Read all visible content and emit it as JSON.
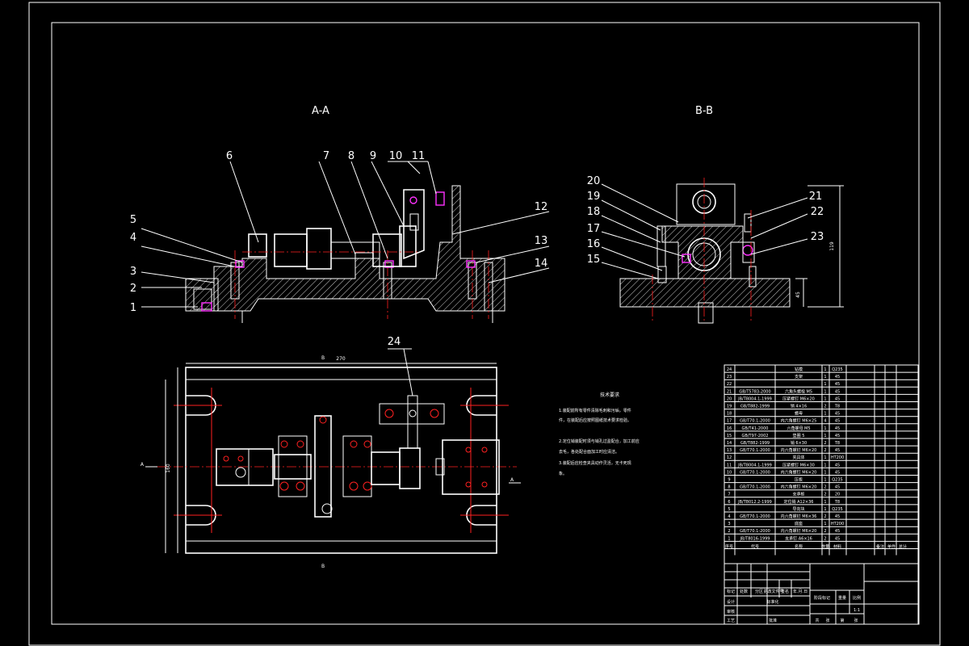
{
  "views": {
    "section_aa": "A-A",
    "section_bb": "B-B"
  },
  "balloons": [
    "1",
    "2",
    "3",
    "4",
    "5",
    "6",
    "7",
    "8",
    "9",
    "10",
    "11",
    "12",
    "13",
    "14",
    "15",
    "16",
    "17",
    "18",
    "19",
    "20",
    "21",
    "22",
    "23",
    "24"
  ],
  "dimensions": {
    "length": "270",
    "width": "160",
    "bb_height": "119",
    "bb_base": "45"
  },
  "section_marks": {
    "a": "A",
    "b": "B"
  },
  "notes": {
    "title": "技术要求",
    "lines": [
      "1.装配前所有零件清除毛刺和污垢，零件",
      "件，在装配后应按照图纸技术要求检验。",
      "2.定位销装配时须与销孔过盈配合，加工前应",
      "去毛，各处配合面加工时应清洁。",
      "3.装配后应检查夹具动作灵活，无卡死现",
      "象。"
    ]
  },
  "bom": {
    "rows": [
      [
        "24",
        "",
        "钻模",
        "1",
        "Q235"
      ],
      [
        "23",
        "",
        "支架",
        "1",
        "45"
      ],
      [
        "22",
        "",
        "",
        "1",
        "45"
      ],
      [
        "21",
        "GB/T5783-2000",
        "六角头螺栓 M5",
        "1",
        "45"
      ],
      [
        "20",
        "JB/T8004.1-1999",
        "压紧螺钉 M6×20",
        "1",
        "45"
      ],
      [
        "19",
        "GB/T882-1999",
        "销 4×16",
        "2",
        "T8"
      ],
      [
        "18",
        "",
        "螺母",
        "1",
        "45"
      ],
      [
        "17",
        "GB/T70.1-2000",
        "内六角螺钉 M6×25",
        "4",
        "45"
      ],
      [
        "16",
        "GB/T41-2000",
        "六角螺母 M5",
        "1",
        "45"
      ],
      [
        "15",
        "GB/T97-2002",
        "垫圈 5",
        "1",
        "45"
      ],
      [
        "14",
        "GB/T882-1999",
        "销 6×30",
        "2",
        "T8"
      ],
      [
        "13",
        "GB/T70.1-2000",
        "内六角螺钉 M6×20",
        "2",
        "45"
      ],
      [
        "12",
        "",
        "夹具体",
        "1",
        "HT200"
      ],
      [
        "11",
        "JB/T8004.1-1999",
        "压紧螺钉 M6×30",
        "1",
        "45"
      ],
      [
        "10",
        "GB/T70.1-2000",
        "内六角螺钉 M6×20",
        "1",
        "45"
      ],
      [
        "9",
        "",
        "压板",
        "1",
        "Q235"
      ],
      [
        "8",
        "GB/T70.1-2000",
        "内六角螺钉 M6×20",
        "2",
        "45"
      ],
      [
        "7",
        "",
        "支承板",
        "2",
        "20"
      ],
      [
        "6",
        "JB/T8012.2-1999",
        "定位销 A12×36",
        "1",
        "T8"
      ],
      [
        "5",
        "",
        "导向块",
        "1",
        "Q235"
      ],
      [
        "4",
        "GB/T70.1-2000",
        "内六角螺钉 M6×36",
        "2",
        "45"
      ],
      [
        "3",
        "",
        "底座",
        "1",
        "HT200"
      ],
      [
        "2",
        "GB/T70.1-2000",
        "内六角螺钉 M6×20",
        "2",
        "45"
      ],
      [
        "1",
        "JB/T8016-1999",
        "支承钉 A6×16",
        "2",
        "45"
      ]
    ],
    "header": [
      "序号",
      "代号",
      "名称",
      "数量",
      "材料"
    ],
    "extra_headers": [
      "备注",
      "单件",
      "总计"
    ]
  },
  "title_block": {
    "labels": [
      "标记",
      "处数",
      "分区",
      "更改文件号",
      "签名",
      "年.月.日",
      "设计",
      "标准化",
      "阶段标记",
      "重量",
      "比例",
      "审核",
      "工艺",
      "批准",
      "共",
      "张",
      "第",
      "张"
    ],
    "scale": "1:1"
  }
}
